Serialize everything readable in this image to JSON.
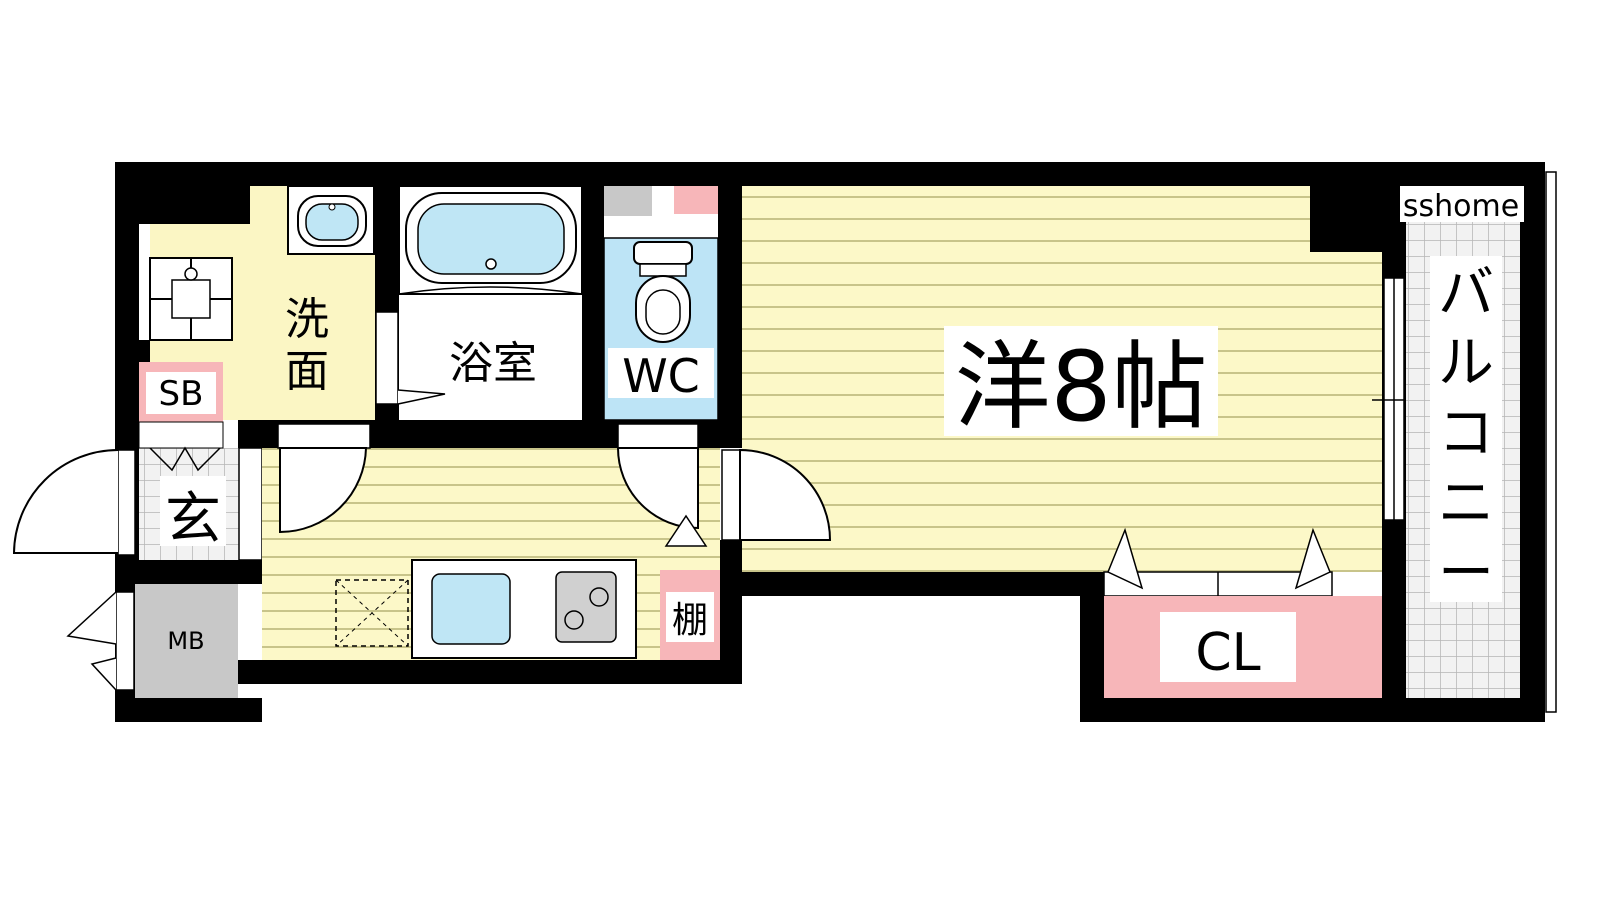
{
  "floorplan": {
    "watermark": "sshome",
    "rooms": {
      "western_room": "洋8帖",
      "bathroom": "浴室",
      "toilet": "WC",
      "washroom": "洗面",
      "entrance": "玄",
      "shoe_box": "SB",
      "meter_box": "MB",
      "shelf": "棚",
      "closet": "CL",
      "balcony": "バルコニー"
    },
    "colors": {
      "wall": "#000000",
      "room_floor": "#fcf8c8",
      "floor_lines": "#c8c48a",
      "water_area": "#fbf6c4",
      "bath_fixture": "#bfe6f5",
      "toilet_room": "#bde4f6",
      "storage_pink": "#f7b6b9",
      "meter_gray": "#c8c8c8",
      "balcony_grid": "#d9d9d9"
    }
  }
}
